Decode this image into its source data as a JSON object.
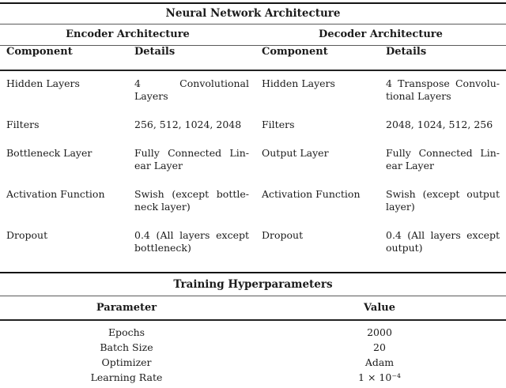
{
  "colors": {
    "text": "#1b1b1b",
    "rule_thick": "#141414",
    "rule_thin": "#5a5a5a"
  },
  "arch_table": {
    "title": "Neural Network Architecture",
    "encoder_header": "Encoder Architecture",
    "decoder_header": "Decoder Architecture",
    "col_headers": [
      "Component",
      "Details",
      "Component",
      "Details"
    ],
    "rows": [
      {
        "c0": "Hidden Layers",
        "c1": "4 Convolutional Layers",
        "c2": "Hidden Layers",
        "c3": "4 Transpose Convolu­tional Layers"
      },
      {
        "c0": "Filters",
        "c1": "256, 512, 1024, 2048",
        "c2": "Filters",
        "c3": "2048, 1024, 512, 256"
      },
      {
        "c0": "Bottleneck Layer",
        "c1": "Fully Connected Lin­ear Layer",
        "c2": "Output Layer",
        "c3": "Fully Connected Lin­ear Layer"
      },
      {
        "c0": "Activation Function",
        "c1": "Swish (except bottle­neck layer)",
        "c2": "Activation Function",
        "c3": "Swish (except output layer)"
      },
      {
        "c0": "Dropout",
        "c1": "0.4 (All layers except bottleneck)",
        "c2": "Dropout",
        "c3": "0.4 (All layers except output)"
      }
    ]
  },
  "hyper_table": {
    "title": "Training Hyperparameters",
    "col_headers": [
      "Parameter",
      "Value"
    ],
    "rows": [
      {
        "param": "Epochs",
        "value": "2000"
      },
      {
        "param": "Batch Size",
        "value": "20"
      },
      {
        "param": "Optimizer",
        "value": "Adam"
      },
      {
        "param": "Learning Rate",
        "value": "1 × 10⁻⁴"
      }
    ]
  }
}
